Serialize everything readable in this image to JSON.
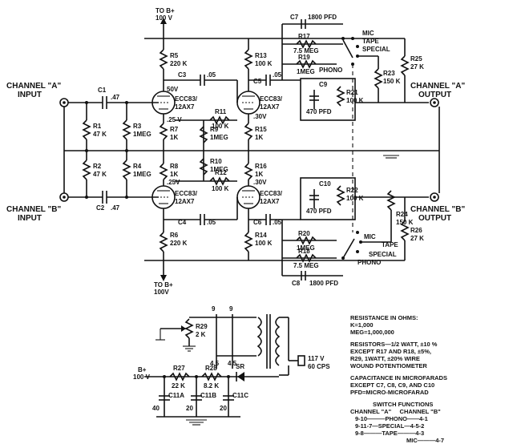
{
  "labels": {
    "b_plus_top": "TO B+",
    "b_plus_top_v": "100 V",
    "b_plus_bottom": "TO B+",
    "b_plus_bottom_v": "100V",
    "ch_a_input": "CHANNEL \"A\"",
    "ch_a_input2": "INPUT",
    "ch_b_input": "CHANNEL \"B\"",
    "ch_b_input2": "INPUT",
    "ch_a_output": "CHANNEL \"A\"",
    "ch_a_output2": "OUTPUT",
    "ch_b_output": "CHANNEL \"B\"",
    "ch_b_output2": "OUTPUT",
    "sw_a_mic": "MIC",
    "sw_a_tape": "TAPE",
    "sw_a_special": "SPECIAL",
    "sw_a_phono": "PHONO",
    "sw_b_mic": "MIC",
    "sw_b_tape": "TAPE",
    "sw_b_special": "SPECIAL",
    "sw_b_phono": "PHONO",
    "ac_line": "117 V",
    "ac_line2": "60 CPS",
    "bplus_supply": "B+",
    "bplus_supply_v": "100 V",
    "sr": "SR"
  },
  "components": {
    "c1": "C1",
    "c1_v": ".47",
    "c2": "C2",
    "c2_v": ".47",
    "r1": "R1",
    "r1_v": "47 K",
    "r2": "R2",
    "r2_v": "47 K",
    "r3": "R3",
    "r3_v": "1MEG",
    "r4": "R4",
    "r4_v": "1MEG",
    "r5": "R5",
    "r5_v": "220 K",
    "r6": "R6",
    "r6_v": "220 K",
    "r7": "R7",
    "r7_v": "1K",
    "r8": "R8",
    "r8_v": "1K",
    "r9": "R9",
    "r9_v": "1MEG",
    "r10": "R10",
    "r10_v": "1MEG",
    "r11": "R11",
    "r11_v": "100 K",
    "r12": "R12",
    "r12_v": "100 K",
    "r13": "R13",
    "r13_v": "100 K",
    "r14": "R14",
    "r14_v": "100 K",
    "r15": "R15",
    "r15_v": "1K",
    "r16": "R16",
    "r16_v": "1K",
    "r17": "R17",
    "r17_v": "7.5 MEG",
    "r18": "R18",
    "r18_v": "7.5 MEG",
    "r19": "R19",
    "r19_v": "1MEG",
    "r20": "R20",
    "r20_v": "1MEG",
    "r21": "R21",
    "r21_v": "100 K",
    "r22": "R22",
    "r22_v": "100 K",
    "r23": "R23",
    "r23_v": "150 K",
    "r24": "R24",
    "r24_v": "150 K",
    "r25": "R25",
    "r25_v": "27 K",
    "r26": "R26",
    "r26_v": "27 K",
    "r27": "R27",
    "r27_v": "22 K",
    "r28": "R28",
    "r28_v": "8.2 K",
    "r29": "R29",
    "r29_v": "2 K",
    "c3": "C3",
    "c3_v": ".05",
    "c4": "C4",
    "c4_v": ".05",
    "c5": "C5",
    "c5_v": ".05",
    "c6": "C6",
    "c6_v": ".05",
    "c7": "C7",
    "c7_v": "1800 PFD",
    "c8": "C8",
    "c8_v": "1800 PFD",
    "c9": "C9",
    "c9_v": "470 PFD",
    "c10": "C10",
    "c10_v": "470 PFD",
    "c3_ck": "50V",
    "c11a": "C11A",
    "c11a_v": "40",
    "c11b": "C11B",
    "c11b_v": "20",
    "c11c": "C11C",
    "c11c_v": "20",
    "tube": "ECC83/",
    "tube2": "12AX7",
    "v_25a": ".25 V",
    "v_25b": ".25V",
    "v_30a": ".30V",
    "v_30b": ".30V",
    "pin_45": "4,5",
    "pin_45b": "4,5",
    "pin_9": "9",
    "pin_9b": "9"
  },
  "notes": [
    "RESISTANCE IN OHMS:",
    "K=1,000",
    "MEG=1,000,000",
    "",
    "RESISTORS—1/2 WATT, ±10 %",
    "EXCEPT R17 AND R18, ±5%,",
    "R29, 1WATT, ±20% WIRE",
    "WOUND POTENTIOMETER",
    "",
    "CAPACITANCE IN MICROFARADS",
    "EXCEPT C7, C8, C9, AND C10",
    "PFD=MICRO-MICROFARAD"
  ],
  "switch_functions": {
    "title": "SWITCH FUNCTIONS",
    "header": "CHANNEL \"A\"     CHANNEL \"B\"",
    "rows": [
      "9-10———PHONO——4-1",
      "9-11-7—SPECIAL—4-5-2",
      "9-8———TAPE———4-3",
      "MIC———4-7"
    ]
  }
}
